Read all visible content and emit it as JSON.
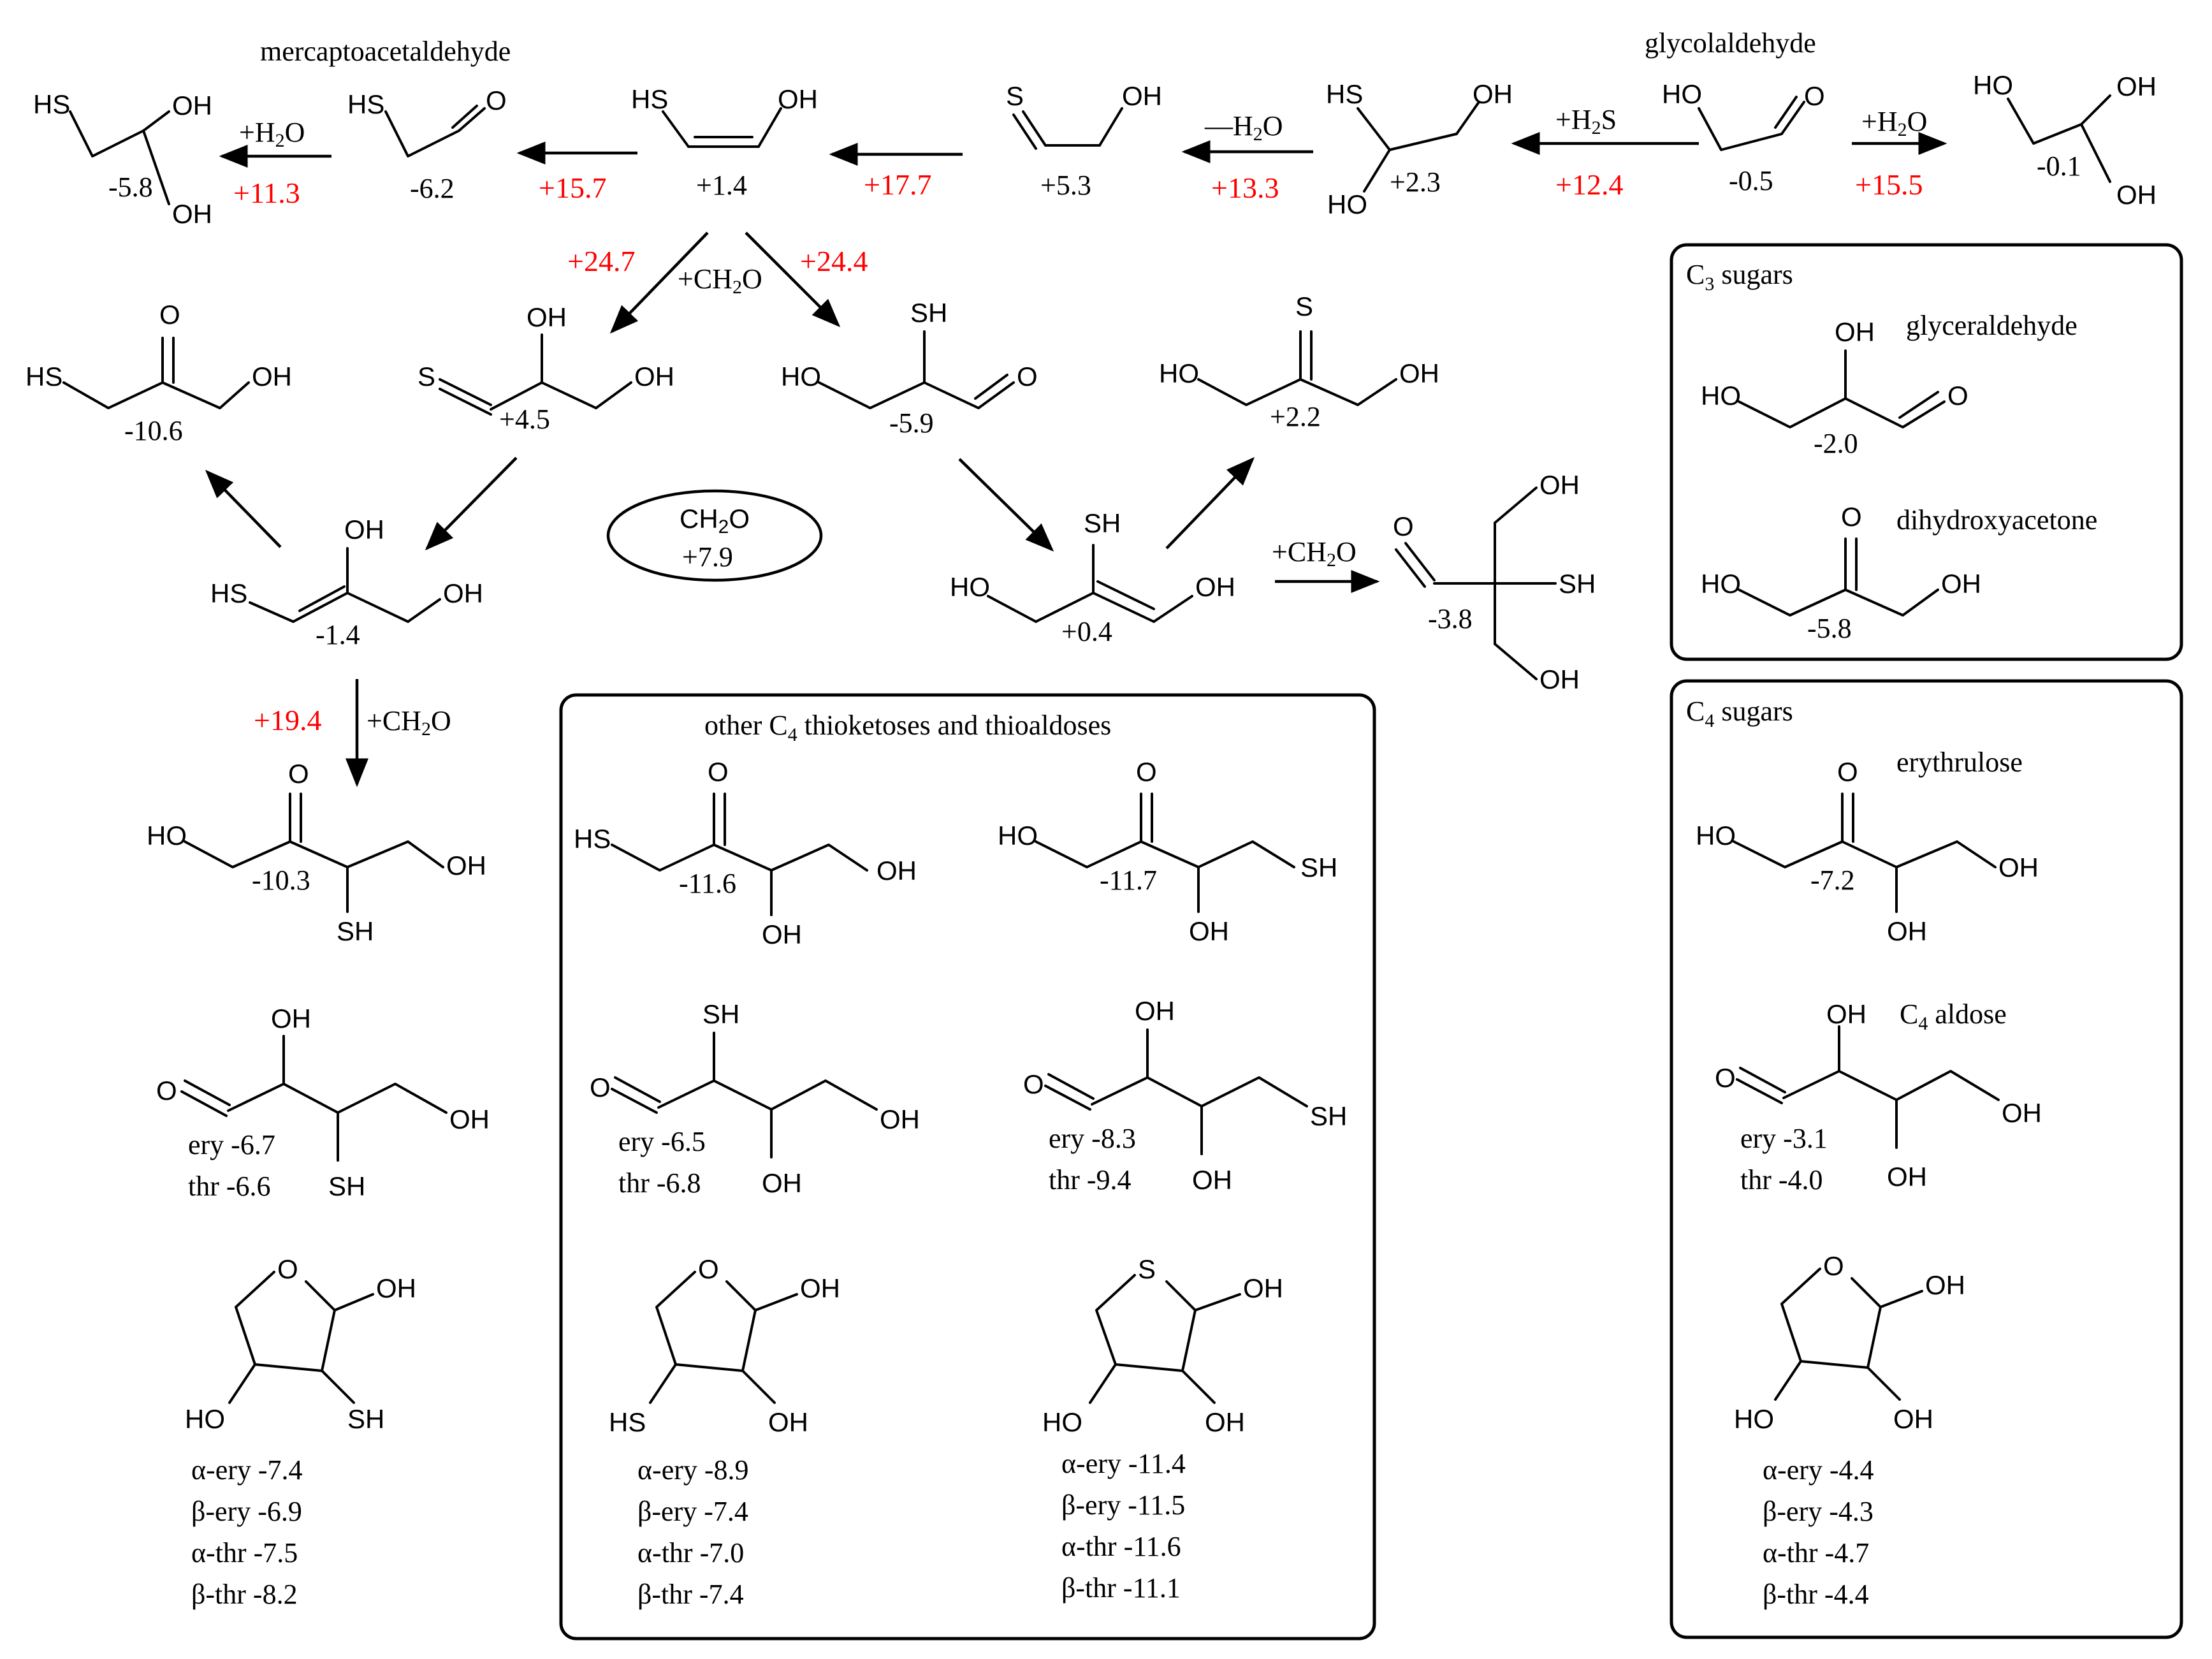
{
  "colors": {
    "ink": "#000000",
    "barrier": "#ff0000",
    "background": "#ffffff"
  },
  "names": {
    "mercaptoacetaldehyde": "mercaptoacetaldehyde",
    "glycolaldehyde": "glycolaldehyde",
    "glyceraldehyde": "glyceraldehyde",
    "dihydroxyacetone": "dihydroxyacetone",
    "erythrulose": "erythrulose",
    "c4_aldose": "C4 aldose"
  },
  "boxes": {
    "c3_sugars": "C3 sugars",
    "c4_sugars": "C4 sugars",
    "other_c4": "other C4 thioketoses and thioaldoses"
  },
  "energies": {
    "mercapto_hydrate": "-5.8",
    "mercaptoacetaldehyde": "-6.2",
    "enediol_thiol": "+1.4",
    "thioglycolaldehyde": "+5.3",
    "gem_thiol": "+2.3",
    "glycolaldehyde": "-0.5",
    "glycol_hydrate": "-0.1",
    "thioketose_a": "-10.6",
    "thioaldehyde_c3": "+4.5",
    "thio_glyceraldehyde": "-5.9",
    "dithioketone": "+2.2",
    "enol_c3": "-1.4",
    "enediol_c3": "+0.4",
    "branched": "-3.8",
    "formaldehyde": "+7.9",
    "thio_erythrulose": "-10.3",
    "glyceraldehyde": "-2.0",
    "dihydroxyacetone": "-5.8",
    "erythrulose": "-7.2",
    "other_k1": "-11.6",
    "other_k2": "-11.7"
  },
  "barriers": {
    "hydration_mercapto": "+11.3",
    "tautomer_mercapto": "+15.7",
    "tautomer_thio": "+17.7",
    "dehydration": "+13.3",
    "h2s_addition": "+12.4",
    "hydration_glycol": "+15.5",
    "aldol_left": "+24.7",
    "aldol_right": "+24.4",
    "aldol_c4": "+19.4"
  },
  "reagents": {
    "plus_h2o": "+H2O",
    "minus_h2o": "—H2O",
    "plus_h2s": "+H2S",
    "plus_ch2o": "+CH2O",
    "ch2o": "CH2O"
  },
  "stereo_pairs": {
    "left_aldose": [
      "ery -6.7",
      "thr  -6.6"
    ],
    "mid_aldose_1": [
      "ery -6.5",
      "thr  -6.8"
    ],
    "mid_aldose_2": [
      "ery -8.3",
      "thr  -9.4"
    ],
    "c4_aldose": [
      "ery -3.1",
      "thr  -4.0"
    ]
  },
  "anomers": {
    "left_ring": [
      "α-ery -7.4",
      "β-ery -6.9",
      "α-thr  -7.5",
      "β-thr  -8.2"
    ],
    "mid_ring_1": [
      "α-ery -8.9",
      "β-ery -7.4",
      "α-thr  -7.0",
      "β-thr  -7.4"
    ],
    "mid_ring_2": [
      "α-ery -11.4",
      "β-ery -11.5",
      "α-thr  -11.6",
      "β-thr  -11.1"
    ],
    "c4_ring": [
      "α-ery -4.4",
      "β-ery -4.3",
      "α-thr  -4.7",
      "β-thr  -4.4"
    ]
  }
}
